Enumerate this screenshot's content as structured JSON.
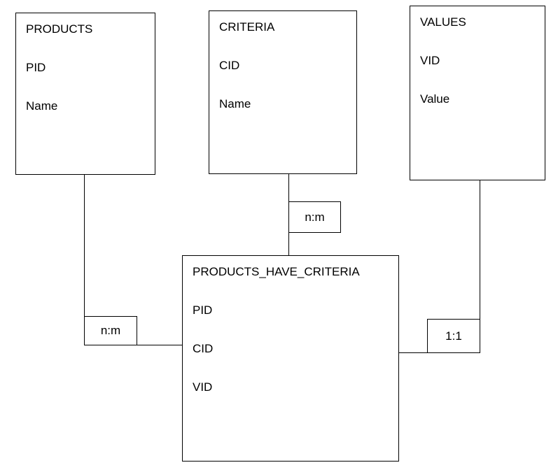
{
  "diagram": {
    "entities": [
      {
        "id": "products",
        "title": "PRODUCTS",
        "attributes": [
          "PID",
          "Name"
        ]
      },
      {
        "id": "criteria",
        "title": "CRITERIA",
        "attributes": [
          "CID",
          "Name"
        ]
      },
      {
        "id": "values",
        "title": "VALUES",
        "attributes": [
          "VID",
          "Value"
        ]
      },
      {
        "id": "products_have_criteria",
        "title": "PRODUCTS_HAVE_CRITERIA",
        "attributes": [
          "PID",
          "CID",
          "VID"
        ]
      }
    ],
    "relationships": [
      {
        "from": "PRODUCTS",
        "to": "PRODUCTS_HAVE_CRITERIA",
        "label": "n:m"
      },
      {
        "from": "CRITERIA",
        "to": "PRODUCTS_HAVE_CRITERIA",
        "label": "n:m"
      },
      {
        "from": "VALUES",
        "to": "PRODUCTS_HAVE_CRITERIA",
        "label": "1:1"
      }
    ]
  }
}
